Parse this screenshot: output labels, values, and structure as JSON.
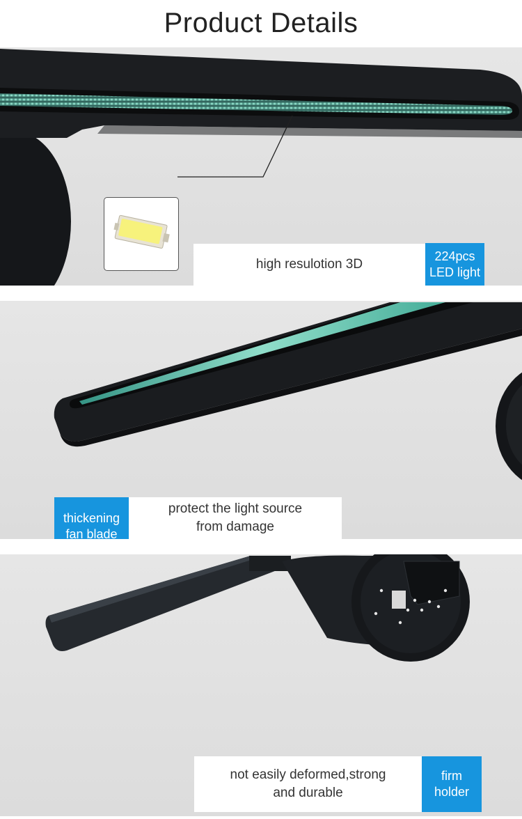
{
  "page": {
    "title": "Product Details"
  },
  "sections": [
    {
      "caption": {
        "line1": "high resulotion 3D"
      },
      "badge": {
        "line1": "224pcs",
        "line2": "LED light"
      }
    },
    {
      "caption": {
        "line1": "protect the light source",
        "line2": "from damage"
      },
      "badge": {
        "line1": "thickening",
        "line2": "fan blade"
      }
    },
    {
      "caption": {
        "line1": "not easily deformed,strong",
        "line2": "and durable"
      },
      "badge": {
        "line1": "firm",
        "line2": "holder"
      }
    }
  ],
  "colors": {
    "accent_blue": "#1795de",
    "led_glow": "#7fe6cf",
    "device_black": "#1b1d20",
    "led_chip_yellow": "#f5f07a"
  }
}
